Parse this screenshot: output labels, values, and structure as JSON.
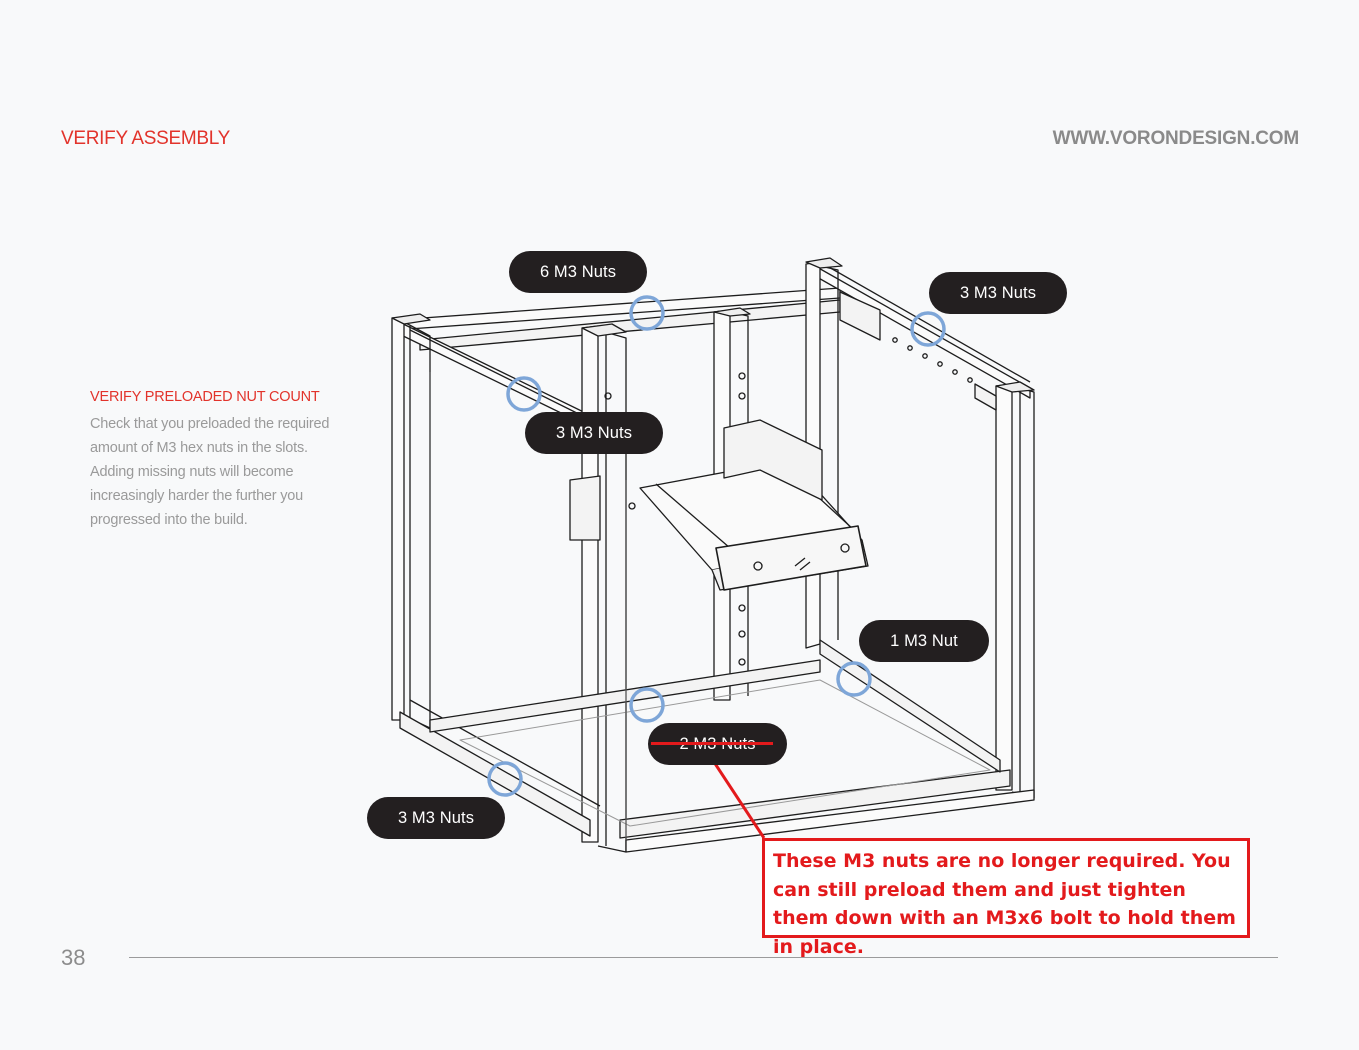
{
  "header": {
    "section_title": "VERIFY ASSEMBLY",
    "site_url": "WWW.VORONDESIGN.COM"
  },
  "sidebar": {
    "heading": "VERIFY PRELOADED NUT COUNT",
    "paragraphs": [
      "Check that you preloaded the required amount of M3 hex nuts in the slots.",
      "Adding missing nuts will become increasingly harder the further you progressed into the build."
    ]
  },
  "callouts": [
    {
      "label": "6 M3 Nuts"
    },
    {
      "label": "3 M3 Nuts"
    },
    {
      "label": "3 M3 Nuts"
    },
    {
      "label": "1 M3 Nut"
    },
    {
      "label": "2 M3 Nuts",
      "struck_through": true
    },
    {
      "label": "3 M3 Nuts"
    }
  ],
  "note": {
    "text": "These M3 nuts are no longer required.  You can still preload them and just tighten them down with an M3x6 bolt to hold them in place."
  },
  "footer": {
    "page_number": "38"
  },
  "colors": {
    "accent_red": "#e2332b",
    "note_red": "#e31a1c",
    "callout_bg": "#231f20",
    "marker_blue": "#7ea6d8"
  }
}
